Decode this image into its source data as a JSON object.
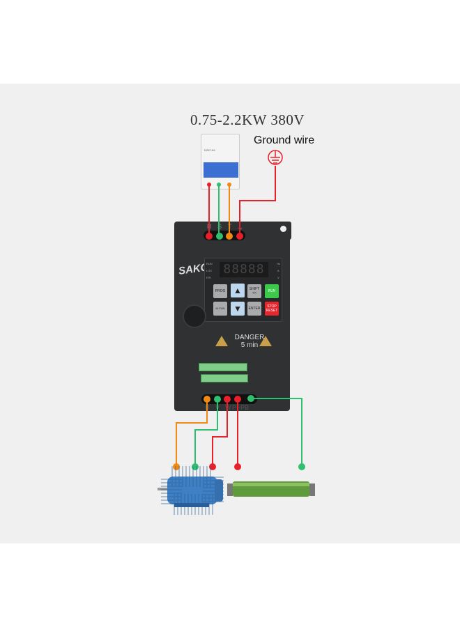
{
  "header": {
    "title": "0.75-2.2KW  380V",
    "ground_label": "Ground wire"
  },
  "input_terminals": [
    "R",
    "S",
    "T",
    "⏚"
  ],
  "brand": "SAKO",
  "panel": {
    "display": "88888",
    "left_indicators": [
      "RUN",
      "LOC",
      "F/R"
    ],
    "right_indicators": [
      "Hz",
      "A",
      "V"
    ],
    "buttons": {
      "prog": "PROG",
      "up": "▲",
      "shift": "SHIFT\n<<",
      "run": "RUN",
      "mfun": "M-FUN",
      "down": "▼",
      "enter": "ENTER",
      "stop": "STOP\nRESET"
    }
  },
  "warning": {
    "line1": "DANGER",
    "line2": "5 min",
    "icon": "warning-triangle-icon"
  },
  "output_terminals": [
    "U",
    "V",
    "W",
    "P+",
    "PB"
  ],
  "colors": {
    "red": "#e8202a",
    "green": "#2fbf6e",
    "orange": "#f08a12",
    "band": "#f0f0f0"
  }
}
